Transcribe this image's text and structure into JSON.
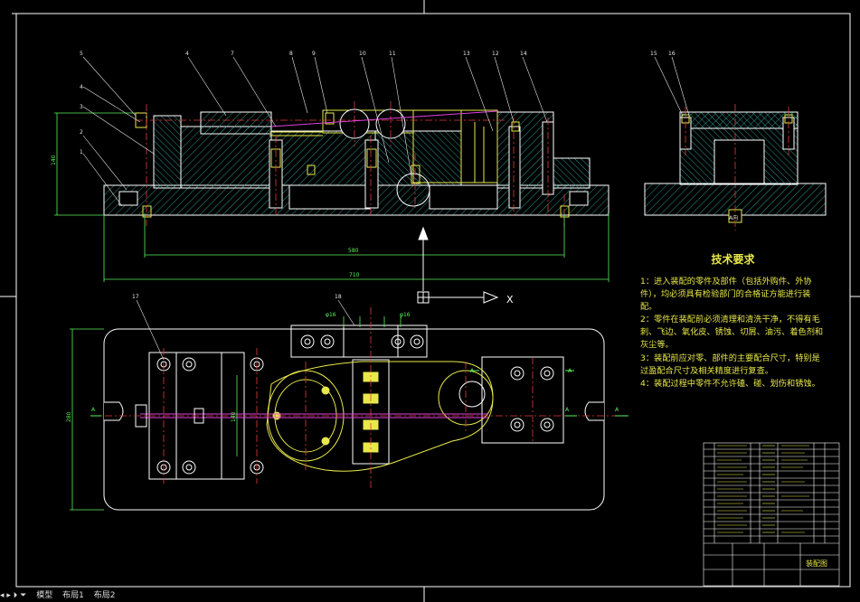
{
  "colors": {
    "background": "#000000",
    "outline": "#ffffff",
    "hatch": "#2fa7a0",
    "dimension": "#5cf25c",
    "centerline": "#e33b3b",
    "leader": "#e6e6e6",
    "yellow": "#e8e84a",
    "magenta": "#e040e0",
    "text": "#e8e84a"
  },
  "front_view": {
    "callouts": [
      "5",
      "4",
      "7",
      "8",
      "9",
      "10",
      "11",
      "13",
      "12",
      "14",
      "4",
      "3",
      "2",
      "1"
    ],
    "dim_height": "140",
    "dim_inner_width": "580",
    "dim_overall_width": "710"
  },
  "side_view": {
    "callouts": [
      "15",
      "16"
    ],
    "label": "A向"
  },
  "top_view": {
    "callouts": [
      "17",
      "18"
    ],
    "dim_height": "280",
    "dim_inner": "140",
    "dim_hole_left": "φ16",
    "dim_hole_right": "φ16",
    "section_letter": "A"
  },
  "ucs": {
    "axis_label": "X"
  },
  "tech_requirements": {
    "title": "技术要求",
    "items": [
      "1：进入装配的零件及部件（包括外购件、外协件），均必须具有检验部门的合格证方能进行装配。",
      "2：零件在装配前必须清理和清洗干净，不得有毛刺、飞边、氧化皮、锈蚀、切屑、油污、着色剂和灰尘等。",
      "3：装配前应对零、部件的主要配合尺寸，特别是过盈配合尺寸及相关精度进行复查。",
      "4：装配过程中零件不允许磕、碰、划伤和锈蚀。"
    ]
  },
  "title_block": {
    "drawing_name": "装配图"
  },
  "bottom_tabs": [
    "模型",
    "布局1",
    "布局2"
  ]
}
